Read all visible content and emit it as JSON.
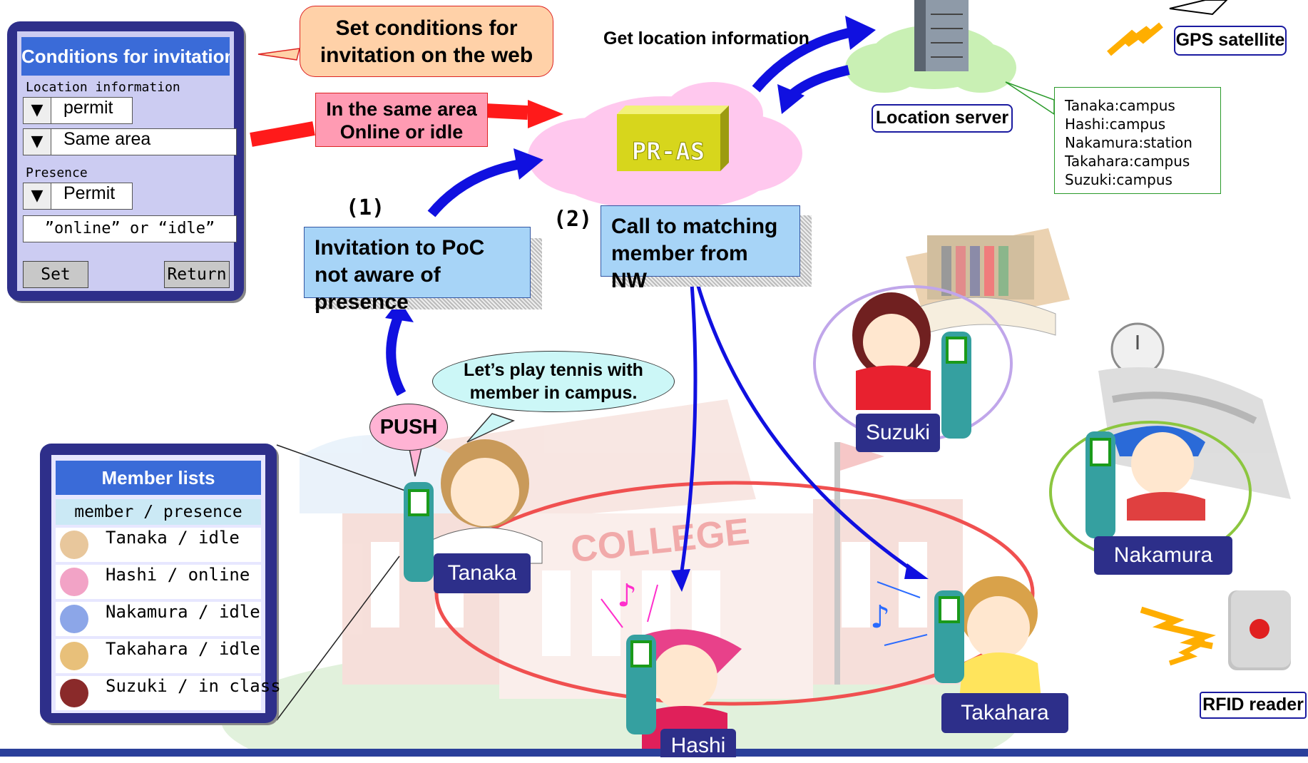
{
  "conditions_panel": {
    "title": "Conditions for invitation",
    "location_label": "Location information",
    "location_permit": "permit",
    "location_area": "Same area",
    "presence_label": "Presence",
    "presence_permit": "Permit",
    "presence_value": "”online” or “idle”",
    "set_button": "Set",
    "return_button": "Return",
    "arrow_glyph": "▼"
  },
  "callouts": {
    "set_conditions": "Set conditions for invitation on the web",
    "same_area": "In the same area Online or idle",
    "get_location": "Get location information",
    "tennis": "Let’s play tennis with member in campus.",
    "push": "PUSH",
    "step1": "(1)",
    "step2": "(2)",
    "invitation": "Invitation to PoC not aware of presence",
    "call_matching": "Call to matching member from NW"
  },
  "network": {
    "pr_as": "PR-AS",
    "location_server": "Location server",
    "gps": "GPS satellite",
    "rfid": "RFID reader"
  },
  "location_list": [
    "Tanaka:campus",
    "Hashi:campus",
    "Nakamura:station",
    "Takahara:campus",
    "Suzuki:campus"
  ],
  "member_list": {
    "title": "Member lists",
    "header": "member / presence",
    "rows": [
      {
        "text": "Tanaka / idle",
        "icon": "tanaka-face-icon"
      },
      {
        "text": "Hashi / online",
        "icon": "hashi-face-icon"
      },
      {
        "text": "Nakamura / idle",
        "icon": "nakamura-face-icon"
      },
      {
        "text": "Takahara / idle",
        "icon": "takahara-face-icon"
      },
      {
        "text": "Suzuki / in class",
        "icon": "suzuki-face-icon"
      }
    ]
  },
  "people": {
    "tanaka": "Tanaka",
    "hashi": "Hashi",
    "takahara": "Takahara",
    "suzuki": "Suzuki",
    "nakamura": "Nakamura"
  },
  "scene": {
    "college_sign": "COLLEGE",
    "music_note": "♪"
  },
  "colors": {
    "panel_navy": "#2e2f8a",
    "title_blue": "#3a6bd8",
    "arrow_blue": "#1010e0",
    "arrow_red": "#ff1a1a",
    "cloud_pink": "#ffc8ee",
    "pras_yellow": "#d7d61c"
  }
}
